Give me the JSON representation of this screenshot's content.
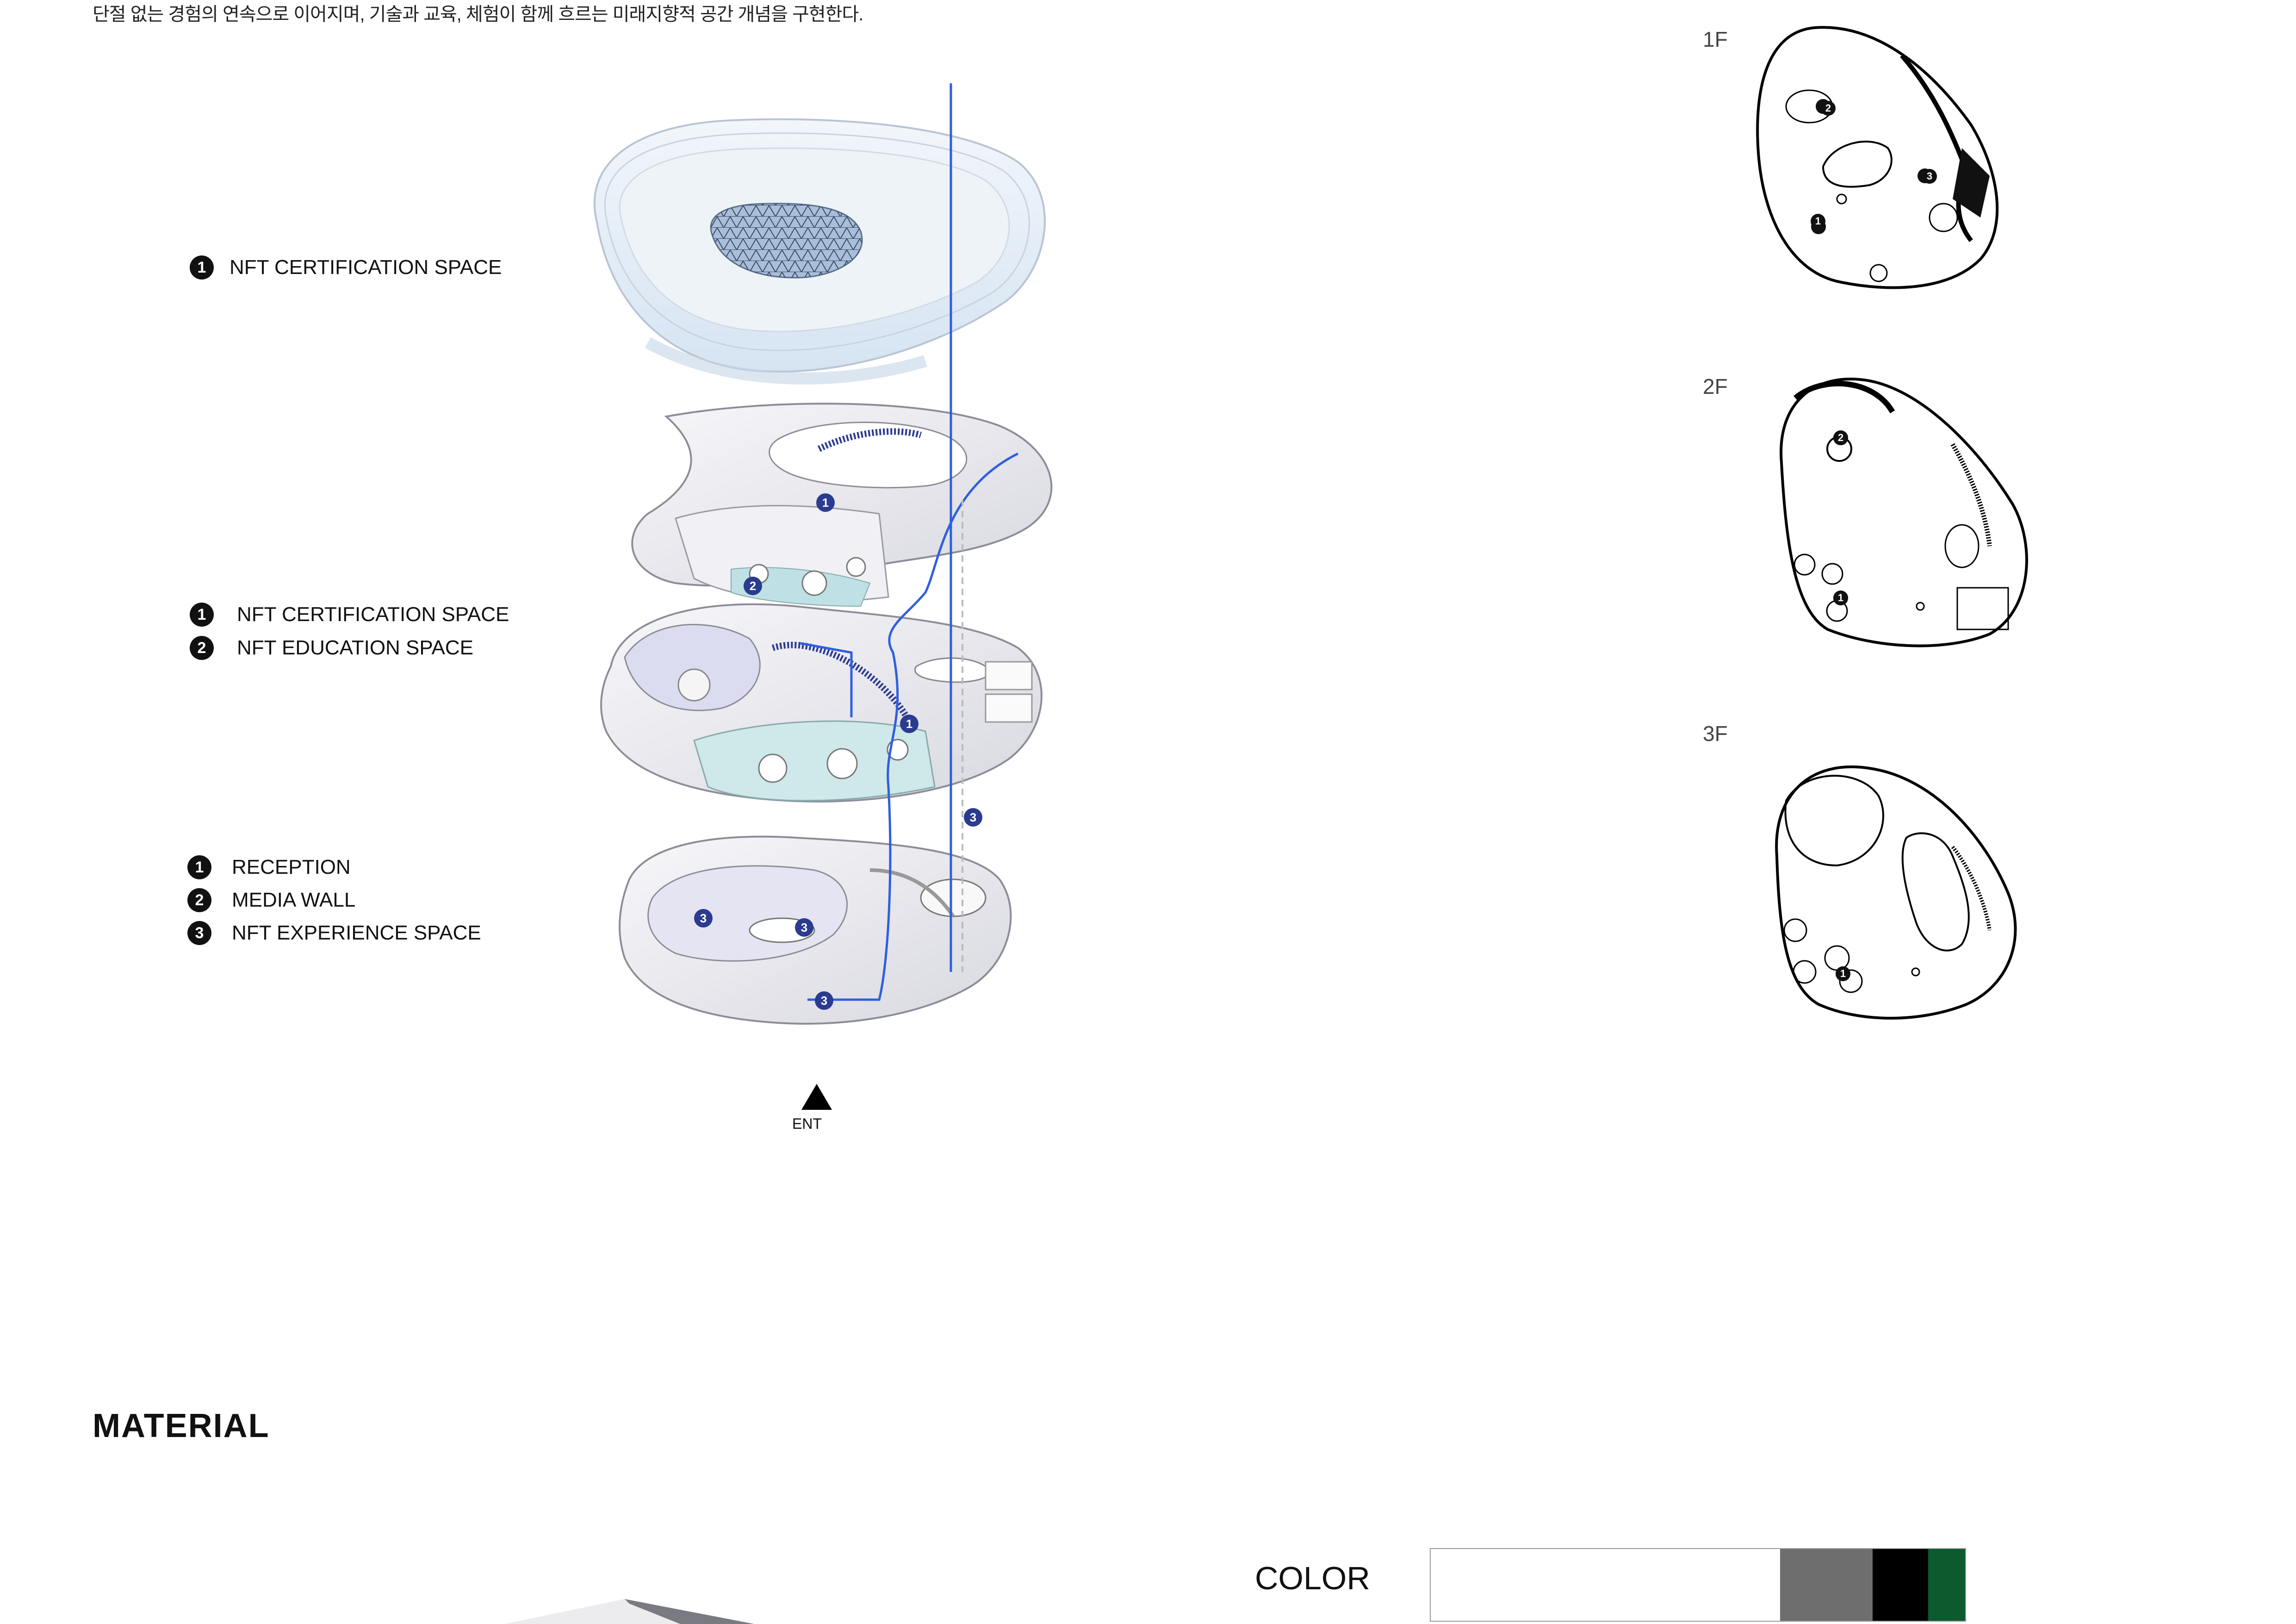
{
  "intro_text": "단절 없는 경험의 연속으로 이어지며, 기술과 교육, 체험이 함께 흐르는 미래지향적 공간 개념을 구현한다.",
  "legend_top": {
    "items": [
      {
        "num": "1",
        "label": "NFT CERTIFICATION SPACE"
      }
    ]
  },
  "legend_mid": {
    "items": [
      {
        "num": "1",
        "label": "NFT CERTIFICATION SPACE"
      },
      {
        "num": "2",
        "label": "NFT EDUCATION SPACE"
      }
    ]
  },
  "legend_bottom": {
    "items": [
      {
        "num": "1",
        "label": "RECEPTION"
      },
      {
        "num": "2",
        "label": "MEDIA WALL"
      },
      {
        "num": "3",
        "label": "NFT EXPERIENCE SPACE"
      }
    ]
  },
  "axon_markers": {
    "m1": "1",
    "m2": "2",
    "m3": "1",
    "m4": "3",
    "m5": "3",
    "m6": "3",
    "m7": "3"
  },
  "entrance_label": "ENT",
  "floors": {
    "f1": {
      "label": "1F",
      "markers": [
        "2",
        "3",
        "1"
      ]
    },
    "f2": {
      "label": "2F",
      "markers": [
        "2",
        "1"
      ]
    },
    "f3": {
      "label": "3F",
      "markers": [
        "1"
      ]
    }
  },
  "material_title": "MATERIAL",
  "color_label": "COLOR",
  "colors": {
    "white": "#ffffff",
    "gray": "#6e6e6e",
    "black": "#000000",
    "green": "#0c5a2e",
    "route_blue": "#2f5fe0",
    "marker_navy": "#2b3b8f"
  }
}
